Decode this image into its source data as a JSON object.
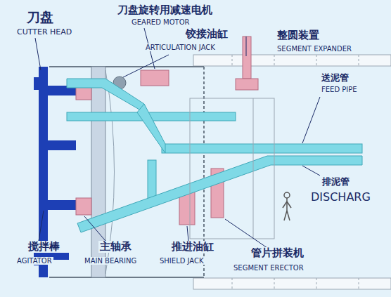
{
  "diagram": {
    "labels": [
      "刀盘",
      "CUTTER HEAD",
      "刀盘旋转用减速电机",
      "GEARED MOTOR",
      "铰接油缸",
      "ARTICULATION JACK",
      "整圆装置",
      "SEGMENT EXPANDER",
      "送泥管",
      "FEED PIPE",
      "排泥管",
      "DISCHARG",
      "搅拌棒",
      "AGITATOR",
      "主轴承",
      "MAIN BEARING",
      "推进油缸",
      "SHIELD JACK",
      "管片拼装机",
      "SEGMENT ERECTOR"
    ]
  }
}
